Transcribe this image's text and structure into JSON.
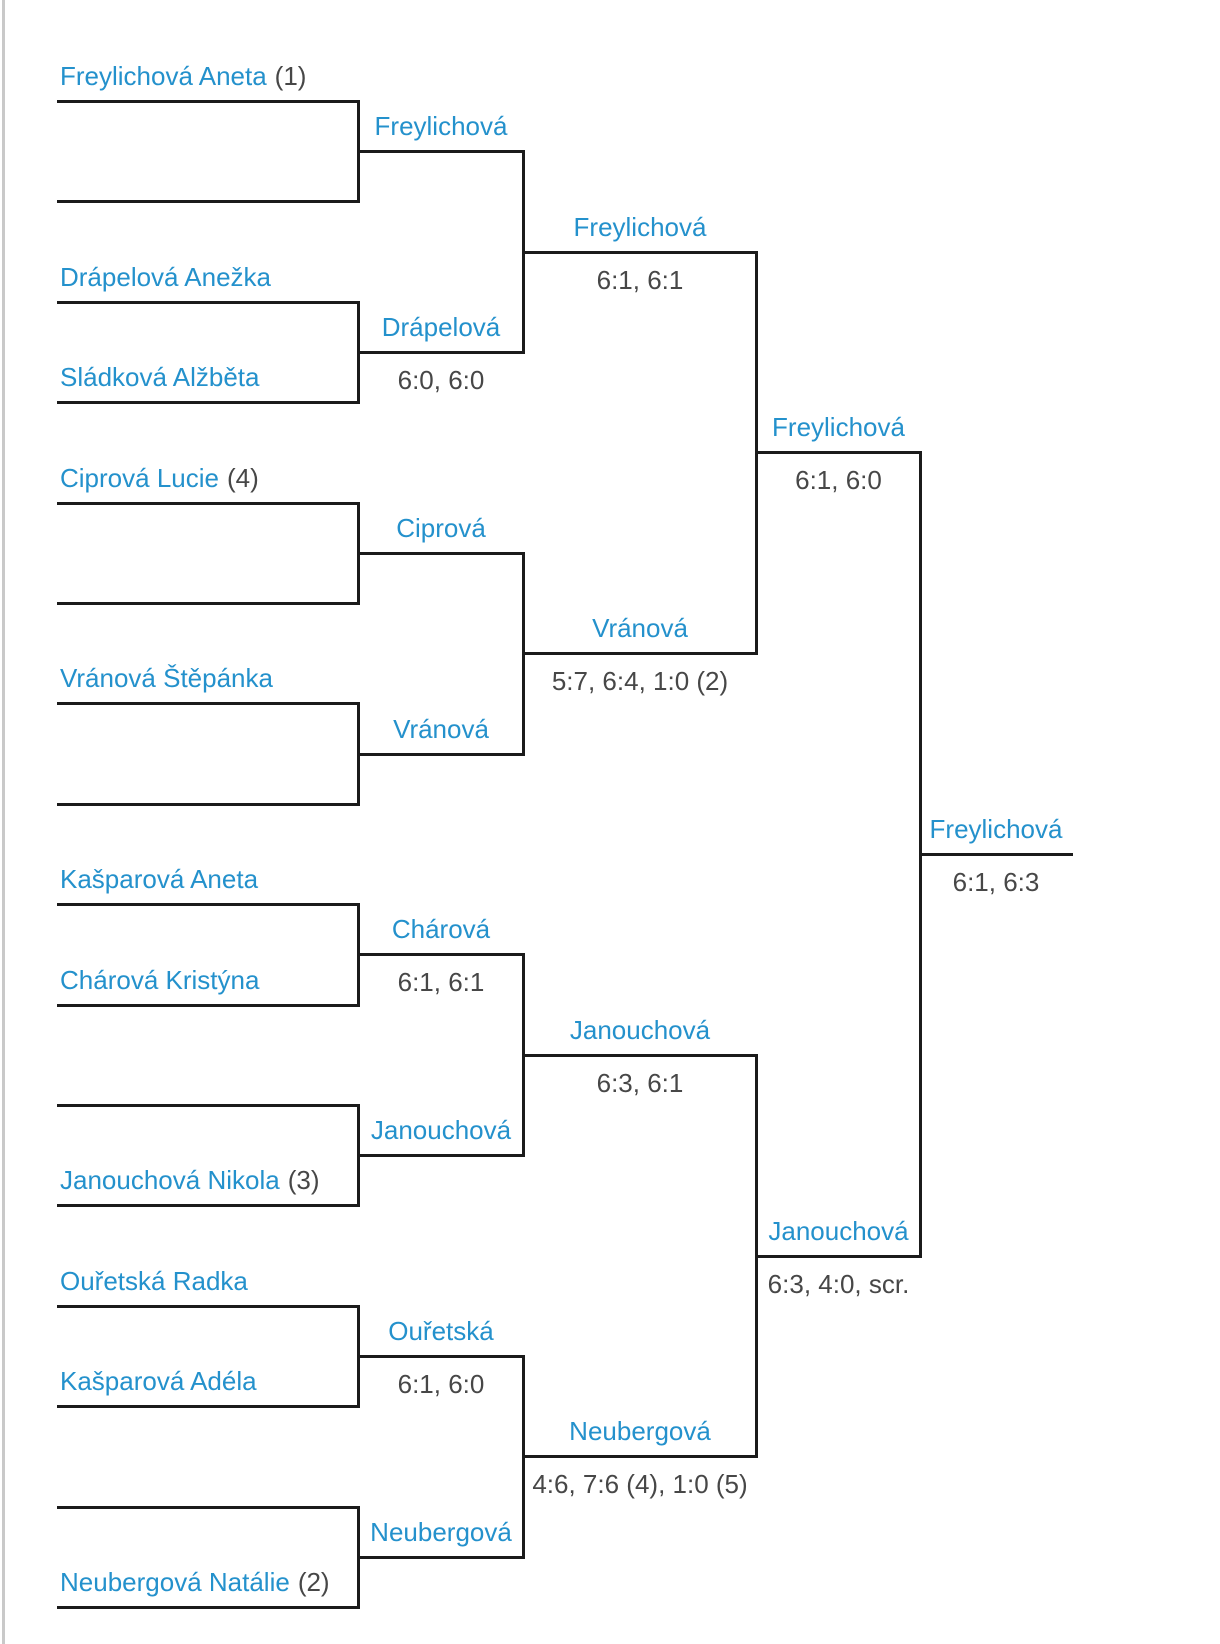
{
  "bracket": {
    "colors": {
      "player_link_blue": "#2491cc",
      "score_gray": "#474747",
      "line_black": "#1b1b1b",
      "edge_divider_gray": "#c9c9c9",
      "background": "#ffffff"
    },
    "columns": [
      {
        "slots": [
          {
            "name": "Freylichová Aneta",
            "seed": "(1)"
          },
          {
            "name": "",
            "seed": ""
          },
          {
            "name": "Drápelová Anežka",
            "seed": ""
          },
          {
            "name": "Sládková Alžběta",
            "seed": ""
          },
          {
            "name": "Ciprová Lucie",
            "seed": "(4)"
          },
          {
            "name": "",
            "seed": ""
          },
          {
            "name": "Vránová Štěpánka",
            "seed": ""
          },
          {
            "name": "",
            "seed": ""
          },
          {
            "name": "Kašparová Aneta",
            "seed": ""
          },
          {
            "name": "Chárová Kristýna",
            "seed": ""
          },
          {
            "name": "",
            "seed": ""
          },
          {
            "name": "Janouchová Nikola",
            "seed": "(3)"
          },
          {
            "name": "Ouřetská Radka",
            "seed": ""
          },
          {
            "name": "Kašparová Adéla",
            "seed": ""
          },
          {
            "name": "",
            "seed": ""
          },
          {
            "name": "Neubergová Natálie",
            "seed": "(2)"
          }
        ]
      },
      {
        "matches": [
          {
            "winner": "Freylichová",
            "score": ""
          },
          {
            "winner": "Drápelová",
            "score": "6:0, 6:0"
          },
          {
            "winner": "Ciprová",
            "score": ""
          },
          {
            "winner": "Vránová",
            "score": ""
          },
          {
            "winner": "Chárová",
            "score": "6:1, 6:1"
          },
          {
            "winner": "Janouchová",
            "score": ""
          },
          {
            "winner": "Ouřetská",
            "score": "6:1, 6:0"
          },
          {
            "winner": "Neubergová",
            "score": ""
          }
        ]
      },
      {
        "matches": [
          {
            "winner": "Freylichová",
            "score": "6:1, 6:1"
          },
          {
            "winner": "Vránová",
            "score": "5:7, 6:4, 1:0 (2)"
          },
          {
            "winner": "Janouchová",
            "score": "6:3, 6:1"
          },
          {
            "winner": "Neubergová",
            "score": "4:6, 7:6 (4), 1:0 (5)"
          }
        ]
      },
      {
        "matches": [
          {
            "winner": "Freylichová",
            "score": "6:1, 6:0"
          },
          {
            "winner": "Janouchová",
            "score": "6:3, 4:0, scr."
          }
        ]
      },
      {
        "matches": [
          {
            "winner": "Freylichová",
            "score": "6:1, 6:3"
          }
        ]
      }
    ]
  }
}
